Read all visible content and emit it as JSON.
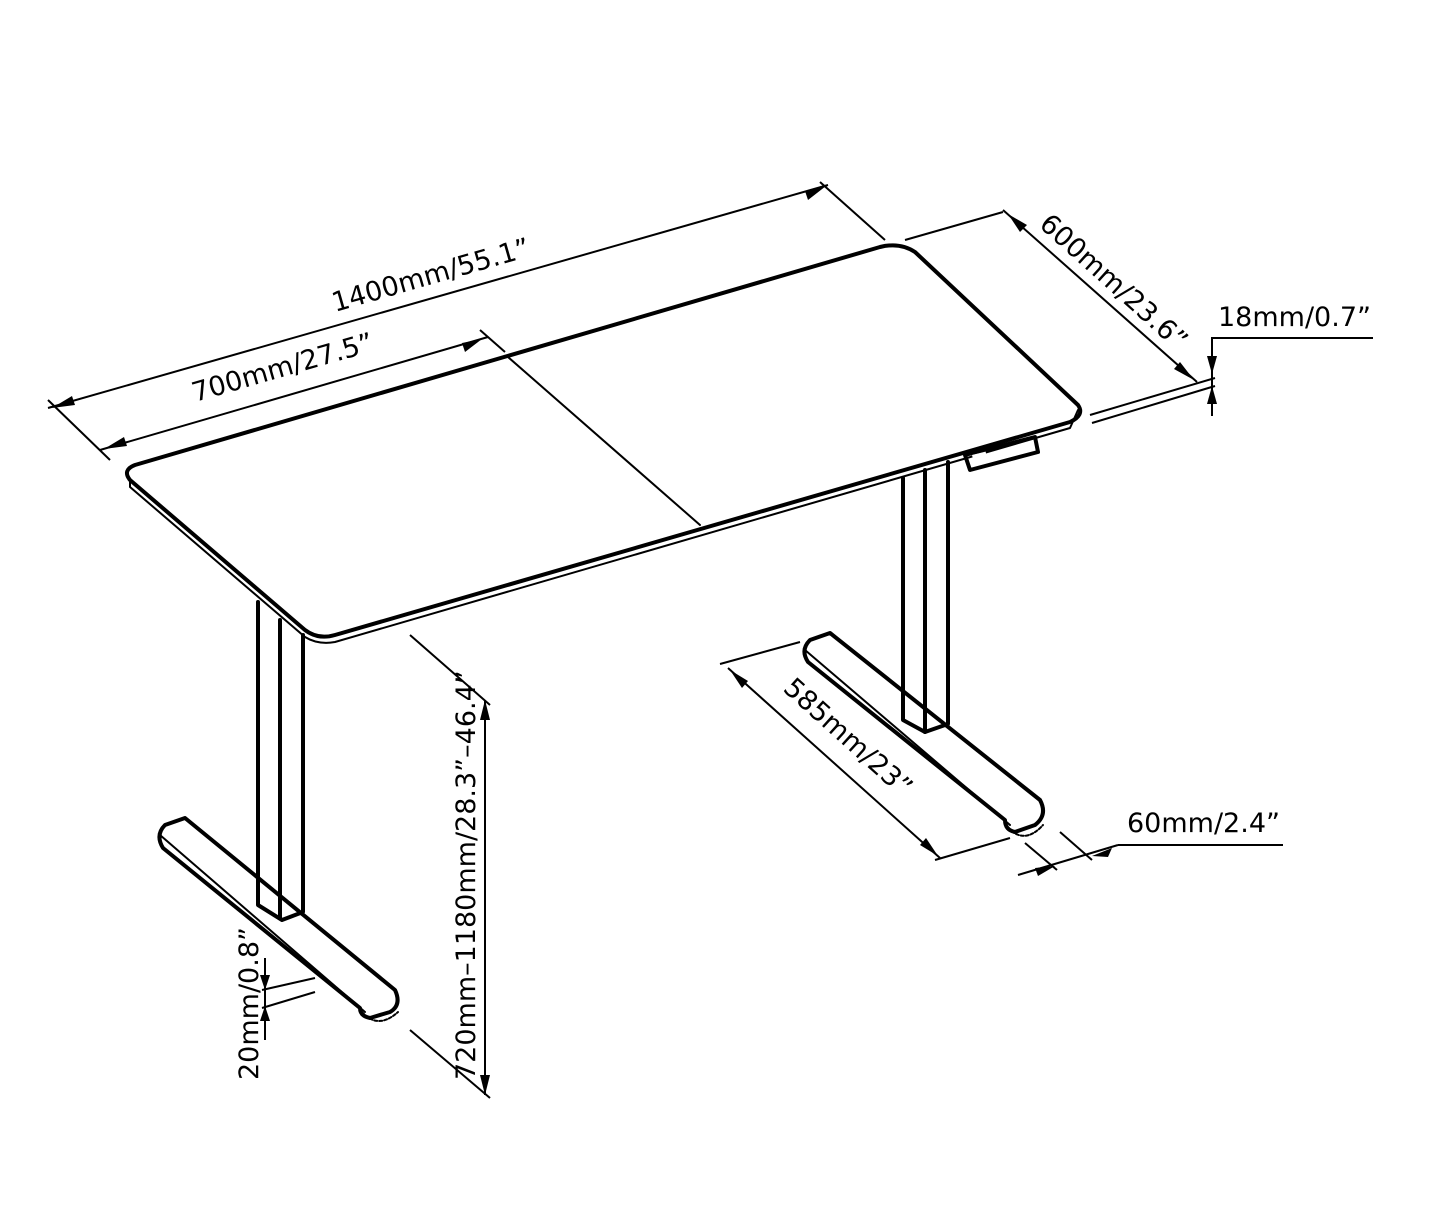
{
  "diagram": {
    "subject": "electric standing desk dimension drawing",
    "colors": {
      "line": "#000000",
      "background": "#ffffff"
    },
    "dimensions": {
      "total_width": "1400mm/55.1”",
      "half_width": "700mm/27.5”",
      "depth": "600mm/23.6”",
      "top_thickness": "18mm/0.7”",
      "height_range": "720mm–1180mm/28.3”–46.4”",
      "foot_length": "585mm/23”",
      "foot_width": "60mm/2.4”",
      "foot_height": "20mm/0.8”"
    },
    "components": [
      "desktop-split-two-panel",
      "left-leg",
      "right-leg",
      "left-foot",
      "right-foot",
      "control-panel"
    ]
  }
}
